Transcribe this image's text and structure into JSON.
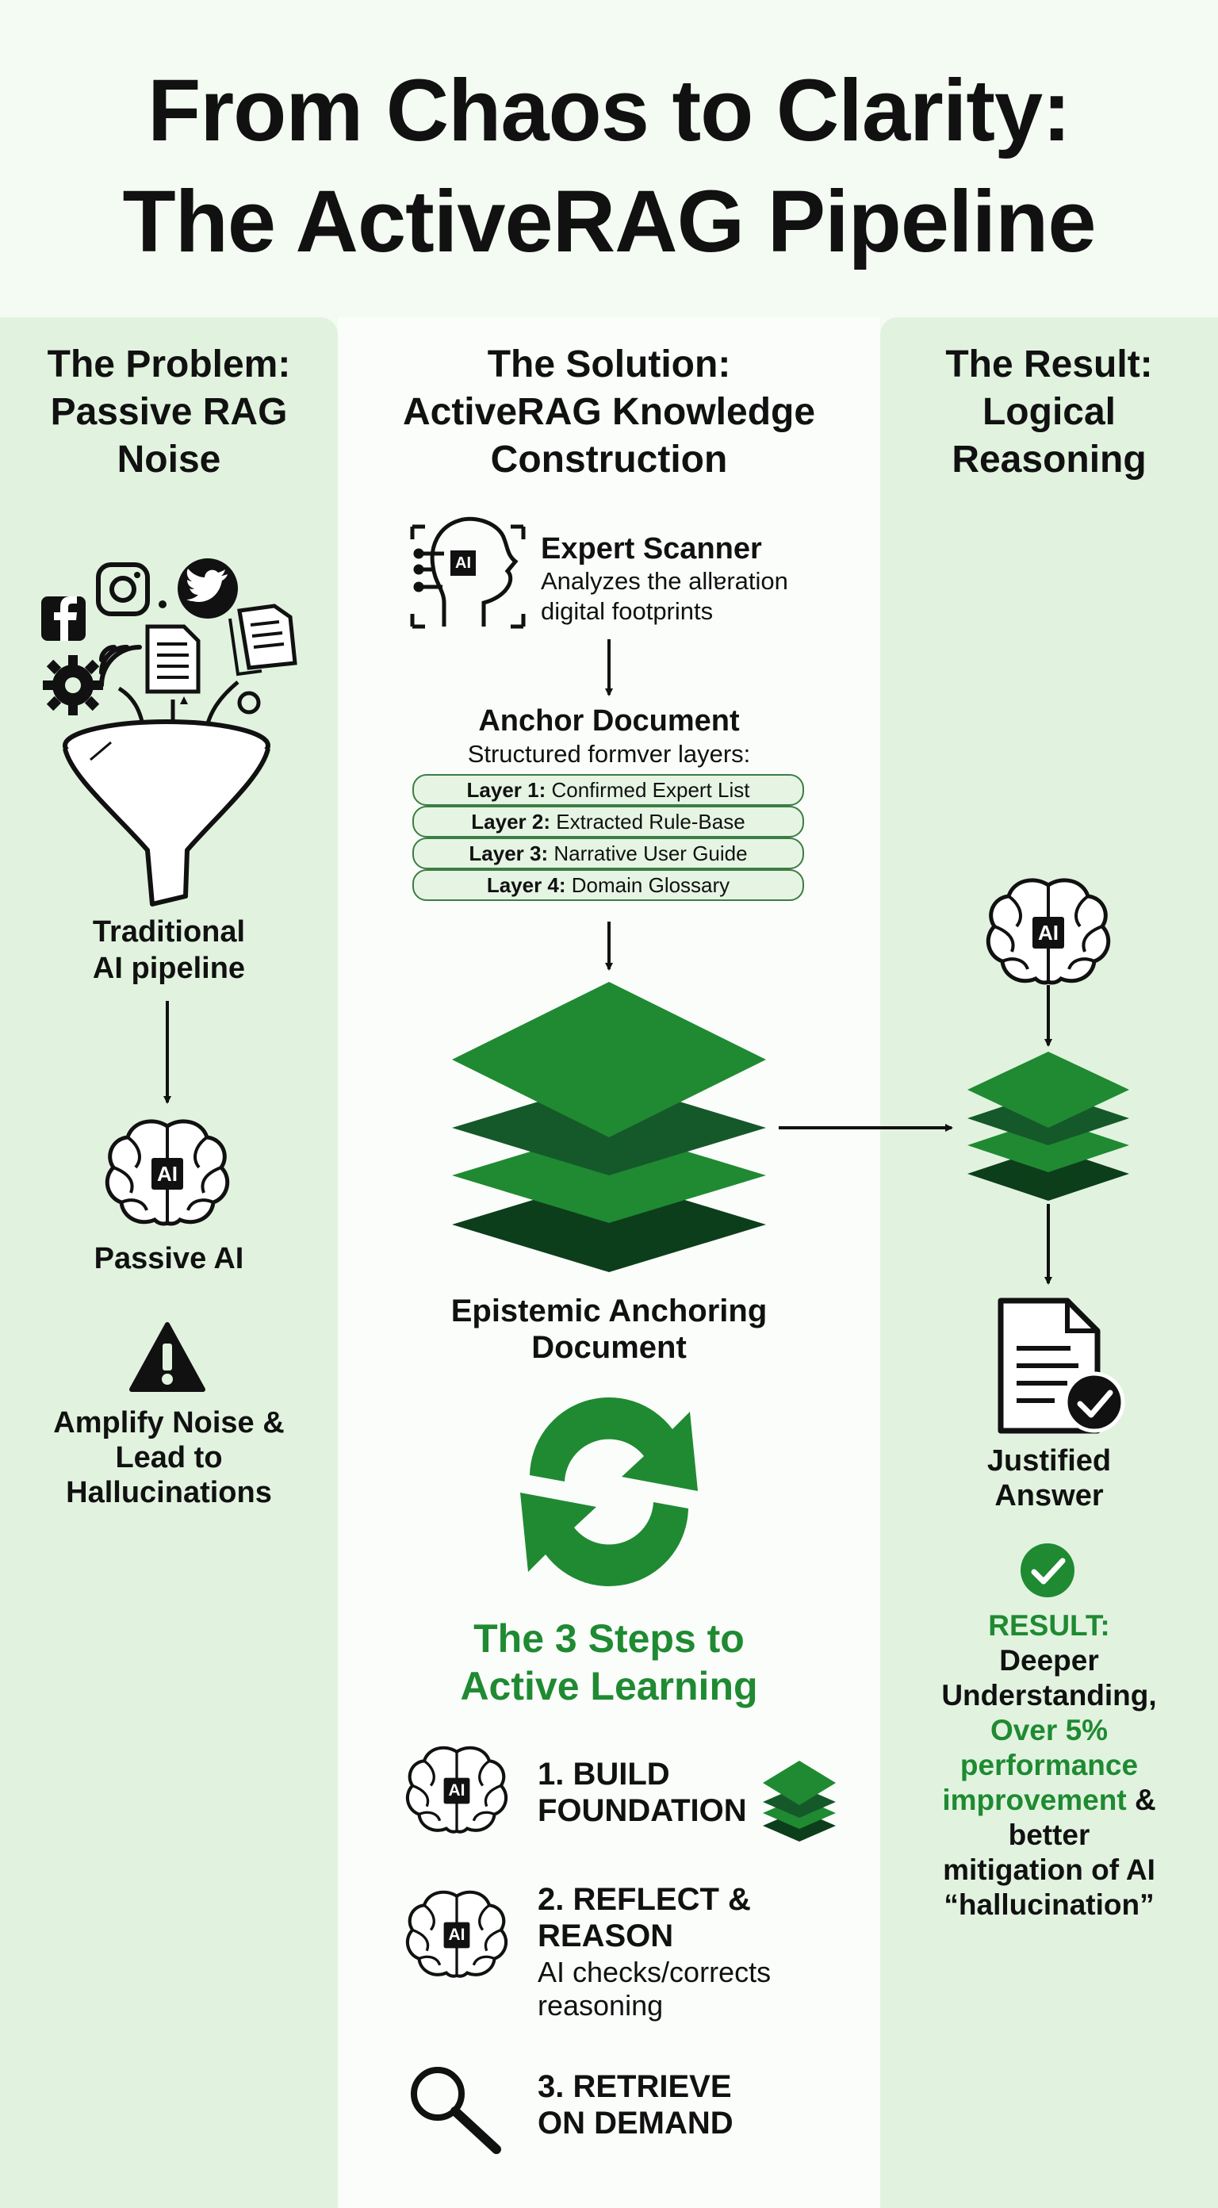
{
  "title": {
    "line1": "From Chaos to Clarity:",
    "line2": "The ActiveRAG Pipeline"
  },
  "columns": {
    "problem": {
      "heading": [
        "The Problem:",
        "Passive RAG",
        "Noise"
      ],
      "funnel_label": [
        "Traditional",
        "AI pipeline"
      ],
      "brain_badge": "AI",
      "passive_label": "Passive AI",
      "warning_label": [
        "Amplify Noise &",
        "Lead to",
        "Hallucinations"
      ]
    },
    "solution": {
      "heading": [
        "The Solution:",
        "ActiveRAG Knowledge",
        "Construction"
      ],
      "scanner_badge": "AI",
      "scanner_title": "Expert Scanner",
      "scanner_desc": [
        "Analyzes the allɐration",
        "digital footprints"
      ],
      "anchor_title": "Anchor Document",
      "anchor_sub": "Structured formver layers:",
      "layers": [
        {
          "num": "Layer 1:",
          "text": "Confirmed Expert List"
        },
        {
          "num": "Layer 2:",
          "text": "Extracted Rule-Base"
        },
        {
          "num": "Layer 3:",
          "text": "Narrative User Guide"
        },
        {
          "num": "Layer 4:",
          "text": "Domain Glossary"
        }
      ],
      "epistemic_label": [
        "Epistemic Anchoring",
        "Document"
      ],
      "steps_heading": [
        "The 3 Steps to",
        "Active Learning"
      ],
      "steps": [
        {
          "title": [
            "1. BUILD",
            "FOUNDATION"
          ],
          "desc": [],
          "badge": "AI"
        },
        {
          "title": [
            "2. REFLECT &",
            "REASON"
          ],
          "desc": [
            "AI checks/corrects",
            "reasoning"
          ],
          "badge": "AI"
        },
        {
          "title": [
            "3. RETRIEVE",
            "ON DEMAND"
          ],
          "desc": []
        }
      ]
    },
    "result": {
      "heading": [
        "The Result:",
        "Logical",
        "Reasoning"
      ],
      "brain_badge": "AI",
      "answer_label": [
        "Justified",
        "Answer"
      ],
      "result_lines": {
        "l1": "RESULT:",
        "l2": "Deeper",
        "l3": "Understanding,",
        "l4": "Over 5%",
        "l5": "performance",
        "l6a": "improvement",
        "l6b": " &",
        "l7": "better",
        "l8": "mitigation of AI",
        "l9": "“hallucination”"
      }
    }
  },
  "colors": {
    "accent": "#1f8a32",
    "dark_green": "#15592a",
    "panel": "#e1f3df",
    "background": "#f4fbf3"
  },
  "icons": [
    "facebook-icon",
    "instagram-icon",
    "twitter-icon",
    "gear-icon",
    "wifi-icon",
    "document-icon",
    "funnel-icon",
    "brain-icon",
    "warning-icon",
    "scanner-head-icon",
    "stack-icon",
    "cycle-icon",
    "justified-document-icon",
    "check-icon",
    "magnifier-icon"
  ]
}
